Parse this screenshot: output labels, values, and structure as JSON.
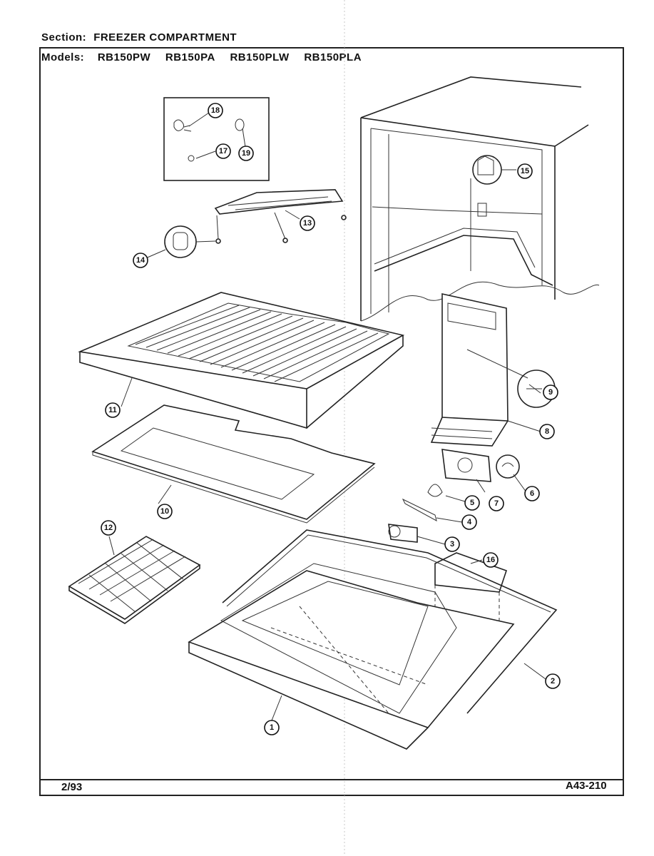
{
  "header": {
    "section_label": "Section:",
    "section_value": "FREEZER COMPARTMENT",
    "models_label": "Models:",
    "models": [
      "RB150PW",
      "RB150PA",
      "RB150PLW",
      "RB150PLA"
    ]
  },
  "footer": {
    "date": "2/93",
    "code": "A43-210"
  },
  "callouts": [
    "1",
    "2",
    "3",
    "4",
    "5",
    "6",
    "7",
    "8",
    "9",
    "10",
    "11",
    "12",
    "13",
    "14",
    "15",
    "16",
    "17",
    "18",
    "19"
  ]
}
